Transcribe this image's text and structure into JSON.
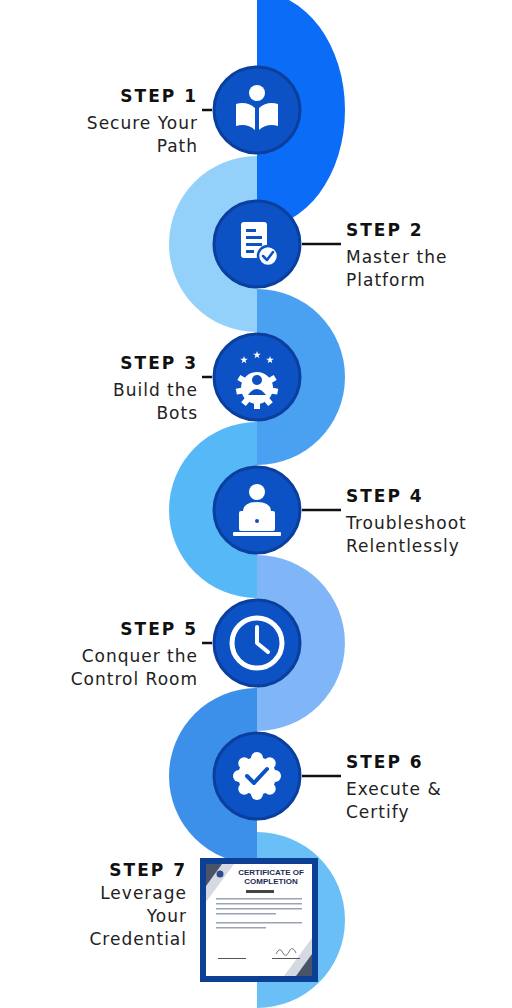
{
  "diagram": {
    "nodes": [
      {
        "text": [
          "STEP 1",
          "Secure Your Path"
        ]
      },
      {
        "text": [
          "STEP 2",
          "Master the Platform"
        ]
      },
      {
        "text": [
          "STEP 3",
          "Build the Bots"
        ]
      },
      {
        "text": [
          "STEP 4",
          "Troubleshoot Relentlessly"
        ]
      },
      {
        "text": [
          "STEP 5",
          "Conquer the Control Room"
        ]
      },
      {
        "text": [
          "STEP 6",
          "Execute & Certify"
        ]
      },
      {
        "text": [
          "STEP 7",
          "Leverage Your Credential"
        ]
      }
    ],
    "labels": [
      "CERTIFICATE OF COMPLETION"
    ]
  }
}
